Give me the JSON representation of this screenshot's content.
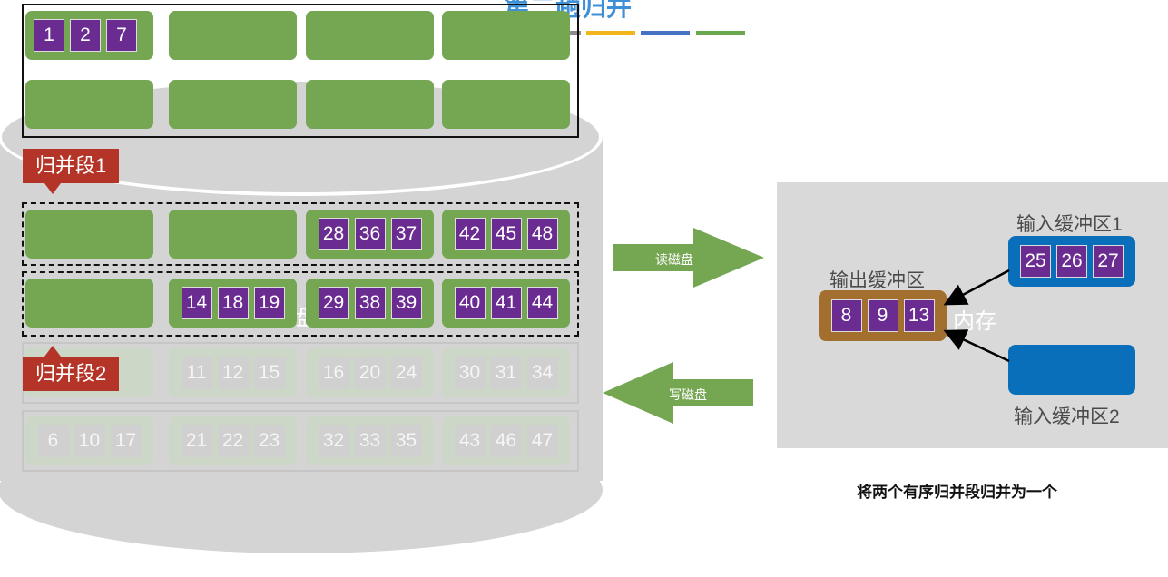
{
  "title_partial": "第二趟归并",
  "legend_colors": [
    "#8c8c8c",
    "#f2b51b",
    "#4472c4",
    "#6aa84f"
  ],
  "segment_tags": {
    "seg1": "归并段1",
    "seg2": "归并段2"
  },
  "disk_rows": {
    "row1": [
      [
        "1",
        "2",
        "7"
      ],
      [],
      [],
      []
    ],
    "row2": [
      [],
      [],
      [],
      []
    ],
    "row3": [
      [],
      [],
      [
        "28",
        "36",
        "37"
      ],
      [
        "42",
        "45",
        "48"
      ]
    ],
    "row4": [
      [],
      [
        "14",
        "18",
        "19"
      ],
      [
        "29",
        "38",
        "39"
      ],
      [
        "40",
        "41",
        "44"
      ]
    ],
    "row5": [
      [],
      [
        "11",
        "12",
        "15"
      ],
      [
        "16",
        "20",
        "24"
      ],
      [
        "30",
        "31",
        "34"
      ]
    ],
    "row6": [
      [
        "6",
        "10",
        "17"
      ],
      [
        "21",
        "22",
        "23"
      ],
      [
        "32",
        "33",
        "35"
      ],
      [
        "43",
        "46",
        "47"
      ]
    ]
  },
  "disk_hidden_char": "盘",
  "arrows": {
    "read": "读磁盘",
    "write": "写磁盘"
  },
  "memory": {
    "label": "内存",
    "output_buffer": {
      "label": "输出缓冲区",
      "values": [
        "8",
        "9",
        "13"
      ],
      "color": "#a26f2e"
    },
    "input_buffer_1": {
      "label": "输入缓冲区1",
      "values": [
        "25",
        "26",
        "27"
      ],
      "color": "#0a6fba"
    },
    "input_buffer_2": {
      "label": "输入缓冲区2",
      "values": [],
      "color": "#0a6fba"
    }
  },
  "caption": "将两个有序归并段归并为一个"
}
